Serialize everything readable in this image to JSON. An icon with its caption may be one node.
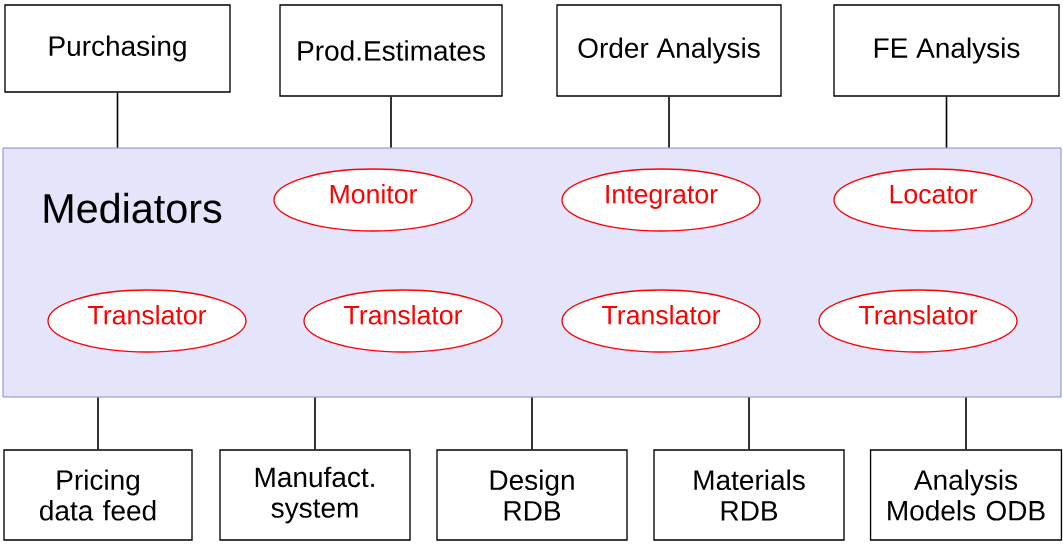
{
  "diagram": {
    "nodes": [
      {
        "text": [
          "Purchasing"
        ]
      },
      {
        "text": [
          "Prod.Estimates"
        ]
      },
      {
        "text": [
          "Order Analysis"
        ]
      },
      {
        "text": [
          "FE Analysis"
        ]
      },
      {
        "text": [
          "Mediators"
        ]
      },
      {
        "text": [
          "Monitor"
        ],
        "in": 4
      },
      {
        "text": [
          "Integrator"
        ],
        "in": 4
      },
      {
        "text": [
          "Locator"
        ],
        "in": 4
      },
      {
        "text": [
          "Translator"
        ],
        "in": 4
      },
      {
        "text": [
          "Translator"
        ],
        "in": 4
      },
      {
        "text": [
          "Translator"
        ],
        "in": 4
      },
      {
        "text": [
          "Translator"
        ],
        "in": 4
      },
      {
        "text": [
          "Pricing data feed"
        ]
      },
      {
        "text": [
          "Manufact. system"
        ]
      },
      {
        "text": [
          "Design RDB"
        ]
      },
      {
        "text": [
          "Materials RDB"
        ]
      },
      {
        "text": [
          "Analysis Models ODB"
        ]
      }
    ],
    "edges": [
      {
        "from": 0,
        "to": 4,
        "arrow": "none"
      },
      {
        "from": 1,
        "to": 4,
        "arrow": "none"
      },
      {
        "from": 2,
        "to": 4,
        "arrow": "none"
      },
      {
        "from": 3,
        "to": 4,
        "arrow": "none"
      },
      {
        "from": 4,
        "to": 12,
        "arrow": "none"
      },
      {
        "from": 4,
        "to": 13,
        "arrow": "none"
      },
      {
        "from": 4,
        "to": 14,
        "arrow": "none"
      },
      {
        "from": 4,
        "to": 15,
        "arrow": "none"
      },
      {
        "from": 4,
        "to": 16,
        "arrow": "none"
      }
    ]
  }
}
